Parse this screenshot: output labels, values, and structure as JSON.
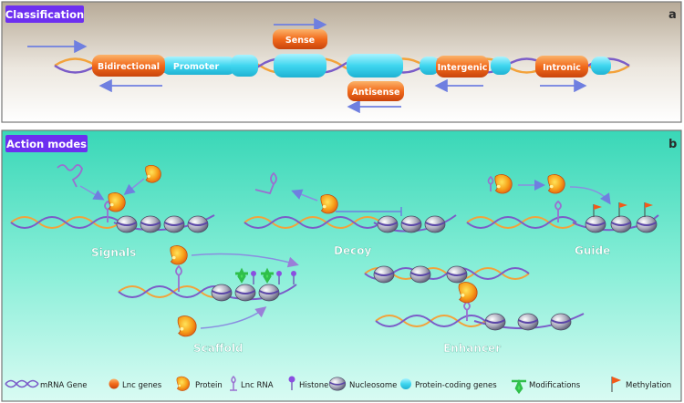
{
  "panel_a": {
    "title": "Classification",
    "letter": "a",
    "labels": {
      "bidirectional": "Bidirectional",
      "promoter": "Promoter",
      "sense": "Sense",
      "antisense": "Antisense",
      "intergenic": "Intergenic",
      "intronic": "Intronic"
    }
  },
  "panel_b": {
    "title": "Action modes",
    "letter": "b",
    "modes": {
      "signals": "Signals",
      "decoy": "Decoy",
      "guide": "Guide",
      "scaffold": "Scaffold",
      "enhancer": "Enhancer"
    }
  },
  "legend": [
    {
      "icon": "mrna-gene-icon",
      "label": "mRNA Gene"
    },
    {
      "icon": "lnc-gene-icon",
      "label": "Lnc genes"
    },
    {
      "icon": "protein-icon",
      "label": "Protein"
    },
    {
      "icon": "lnc-rna-icon",
      "label": "Lnc RNA"
    },
    {
      "icon": "histone-icon",
      "label": "Histone"
    },
    {
      "icon": "nucleosome-icon",
      "label": "Nucleosome"
    },
    {
      "icon": "protein-coding-gene-icon",
      "label": "Protein-coding genes"
    },
    {
      "icon": "modifications-icon",
      "label": "Modifications"
    },
    {
      "icon": "methylation-icon",
      "label": "Methylation"
    }
  ],
  "colors": {
    "title_box": "#6d2ff0",
    "lnc_orange": "#f26a1b",
    "coding_cyan": "#3fd6ef",
    "strand_purple": "#7b5cc8",
    "strand_orange": "#f3a23a",
    "arrow_blue": "#6f7fe0",
    "panel_b_bg": "#4fe3c4"
  }
}
